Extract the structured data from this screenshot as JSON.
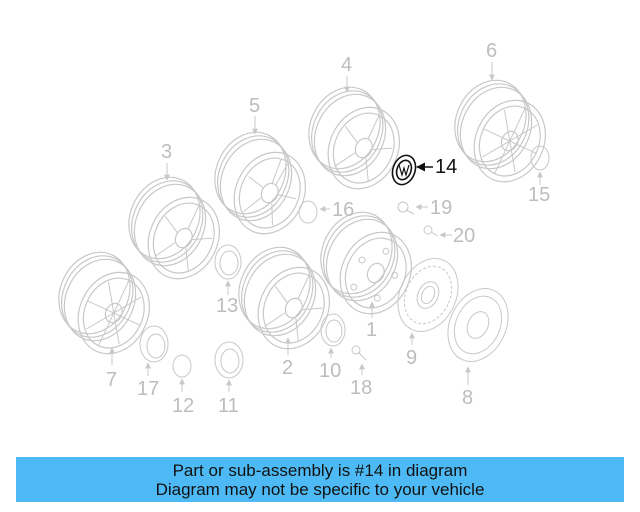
{
  "diagram": {
    "highlighted_part": "14",
    "colors": {
      "line": "#c8c8c8",
      "highlight": "#111111",
      "banner": "#4dbaf5"
    },
    "parts": [
      {
        "num": "1",
        "label": "1",
        "type": "steel-wheel"
      },
      {
        "num": "2",
        "label": "2",
        "type": "alloy-wheel-5-spoke"
      },
      {
        "num": "3",
        "label": "3",
        "type": "alloy-wheel-split-spoke"
      },
      {
        "num": "4",
        "label": "4",
        "type": "alloy-wheel-7-spoke"
      },
      {
        "num": "5",
        "label": "5",
        "type": "alloy-wheel-multi-spoke"
      },
      {
        "num": "6",
        "label": "6",
        "type": "alloy-wheel-mesh"
      },
      {
        "num": "7",
        "label": "7",
        "type": "alloy-wheel-mesh"
      },
      {
        "num": "8",
        "label": "8",
        "type": "wheel-cover"
      },
      {
        "num": "9",
        "label": "9",
        "type": "wheel-cover-slotted"
      },
      {
        "num": "10",
        "label": "10",
        "type": "center-cap"
      },
      {
        "num": "11",
        "label": "11",
        "type": "center-cap"
      },
      {
        "num": "12",
        "label": "12",
        "type": "emblem"
      },
      {
        "num": "13",
        "label": "13",
        "type": "center-cap"
      },
      {
        "num": "14",
        "label": "14",
        "type": "center-cap-highlighted"
      },
      {
        "num": "15",
        "label": "15",
        "type": "emblem"
      },
      {
        "num": "16",
        "label": "16",
        "type": "emblem"
      },
      {
        "num": "17",
        "label": "17",
        "type": "center-cap"
      },
      {
        "num": "18",
        "label": "18",
        "type": "valve-stem"
      },
      {
        "num": "19",
        "label": "19",
        "type": "lug-bolt"
      },
      {
        "num": "20",
        "label": "20",
        "type": "valve-stem"
      }
    ]
  },
  "banner": {
    "line1": "Part or sub-assembly is #14 in diagram",
    "line2": "Diagram may not be specific to your vehicle"
  }
}
